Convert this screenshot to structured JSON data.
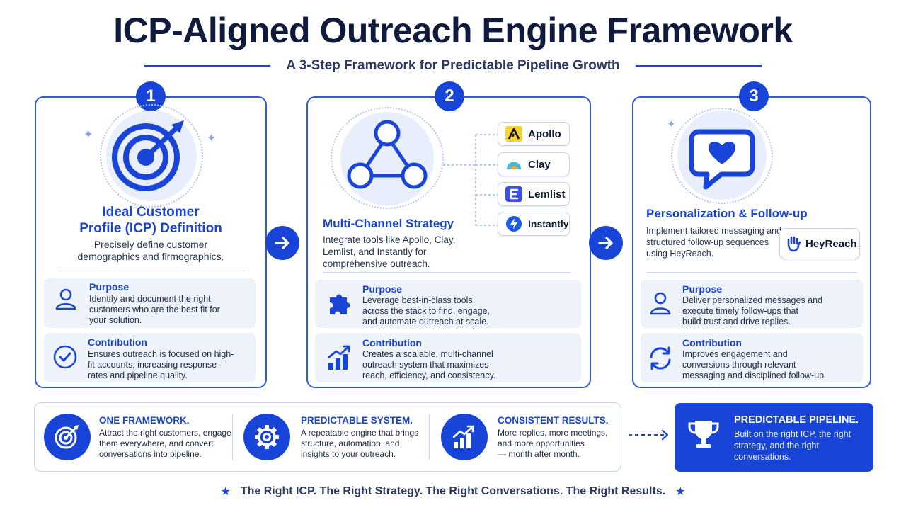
{
  "header": {
    "title": "ICP-Aligned Outreach Engine Framework",
    "subtitle": "A 3-Step Framework for Predictable Pipeline Growth"
  },
  "steps": [
    {
      "number": "1",
      "title_line1": "Ideal Customer",
      "title_line2": "Profile (ICP) Definition",
      "desc_line1": "Precisely define customer",
      "desc_line2": "demographics and firmographics.",
      "icon": "target-icon",
      "purpose": {
        "title": "Purpose",
        "lines": [
          "Identify and document the right",
          "customers who are the best fit for",
          "your solution."
        ],
        "icon": "user-icon"
      },
      "contribution": {
        "title": "Contribution",
        "lines": [
          "Ensures outreach is focused on high-",
          "fit accounts, increasing response",
          "rates and pipeline quality."
        ],
        "icon": "check-circle-icon"
      }
    },
    {
      "number": "2",
      "title": "Multi-Channel Strategy",
      "desc_lines": [
        "Integrate tools like Apollo, Clay,",
        "Lemlist, and Instantly for",
        "comprehensive outreach."
      ],
      "icon": "network-triangle-icon",
      "tools": [
        "Apollo",
        "Clay",
        "Lemlist",
        "Instantly"
      ],
      "purpose": {
        "title": "Purpose",
        "lines": [
          "Leverage best-in-class tools",
          "across the stack to find, engage,",
          "and automate outreach at scale."
        ],
        "icon": "puzzle-icon"
      },
      "contribution": {
        "title": "Contribution",
        "lines": [
          "Creates a scalable, multi-channel",
          "outreach system that maximizes",
          "reach, efficiency, and consistency."
        ],
        "icon": "growth-chart-icon"
      }
    },
    {
      "number": "3",
      "title": "Personalization & Follow-up",
      "desc_lines": [
        "Implement tailored messaging and",
        "structured follow-up sequences",
        "using HeyReach."
      ],
      "icon": "chat-heart-icon",
      "tool": "HeyReach",
      "purpose": {
        "title": "Purpose",
        "lines": [
          "Deliver personalized messages and",
          "execute timely follow-ups that",
          "build trust and drive replies."
        ],
        "icon": "user-icon"
      },
      "contribution": {
        "title": "Contribution",
        "lines": [
          "Improves engagement and",
          "conversions through relevant",
          "messaging and disciplined follow-up."
        ],
        "icon": "refresh-icon"
      }
    }
  ],
  "bottom": {
    "items": [
      {
        "title": "ONE FRAMEWORK.",
        "lines": [
          "Attract the right customers, engage",
          "them everywhere, and convert",
          "conversations into pipeline."
        ],
        "icon": "target-icon"
      },
      {
        "title": "PREDICTABLE SYSTEM.",
        "lines": [
          "A repeatable engine that brings",
          "structure, automation, and",
          "insights to your outreach."
        ],
        "icon": "gear-icon"
      },
      {
        "title": "CONSISTENT RESULTS.",
        "lines": [
          "More replies, more meetings,",
          "and more opportunities",
          "— month after month."
        ],
        "icon": "growth-chart-icon"
      }
    ],
    "highlight": {
      "title": "PREDICTABLE PIPELINE.",
      "lines": [
        "Built on the right ICP, the right",
        "strategy, and the right",
        "conversations."
      ],
      "icon": "trophy-icon"
    }
  },
  "footer": {
    "text": "The Right ICP. The Right Strategy. The Right Conversations. The Right Results."
  },
  "colors": {
    "accent": "#1844d8",
    "heading": "#0f1a3c",
    "panel": "#eef2fb"
  }
}
